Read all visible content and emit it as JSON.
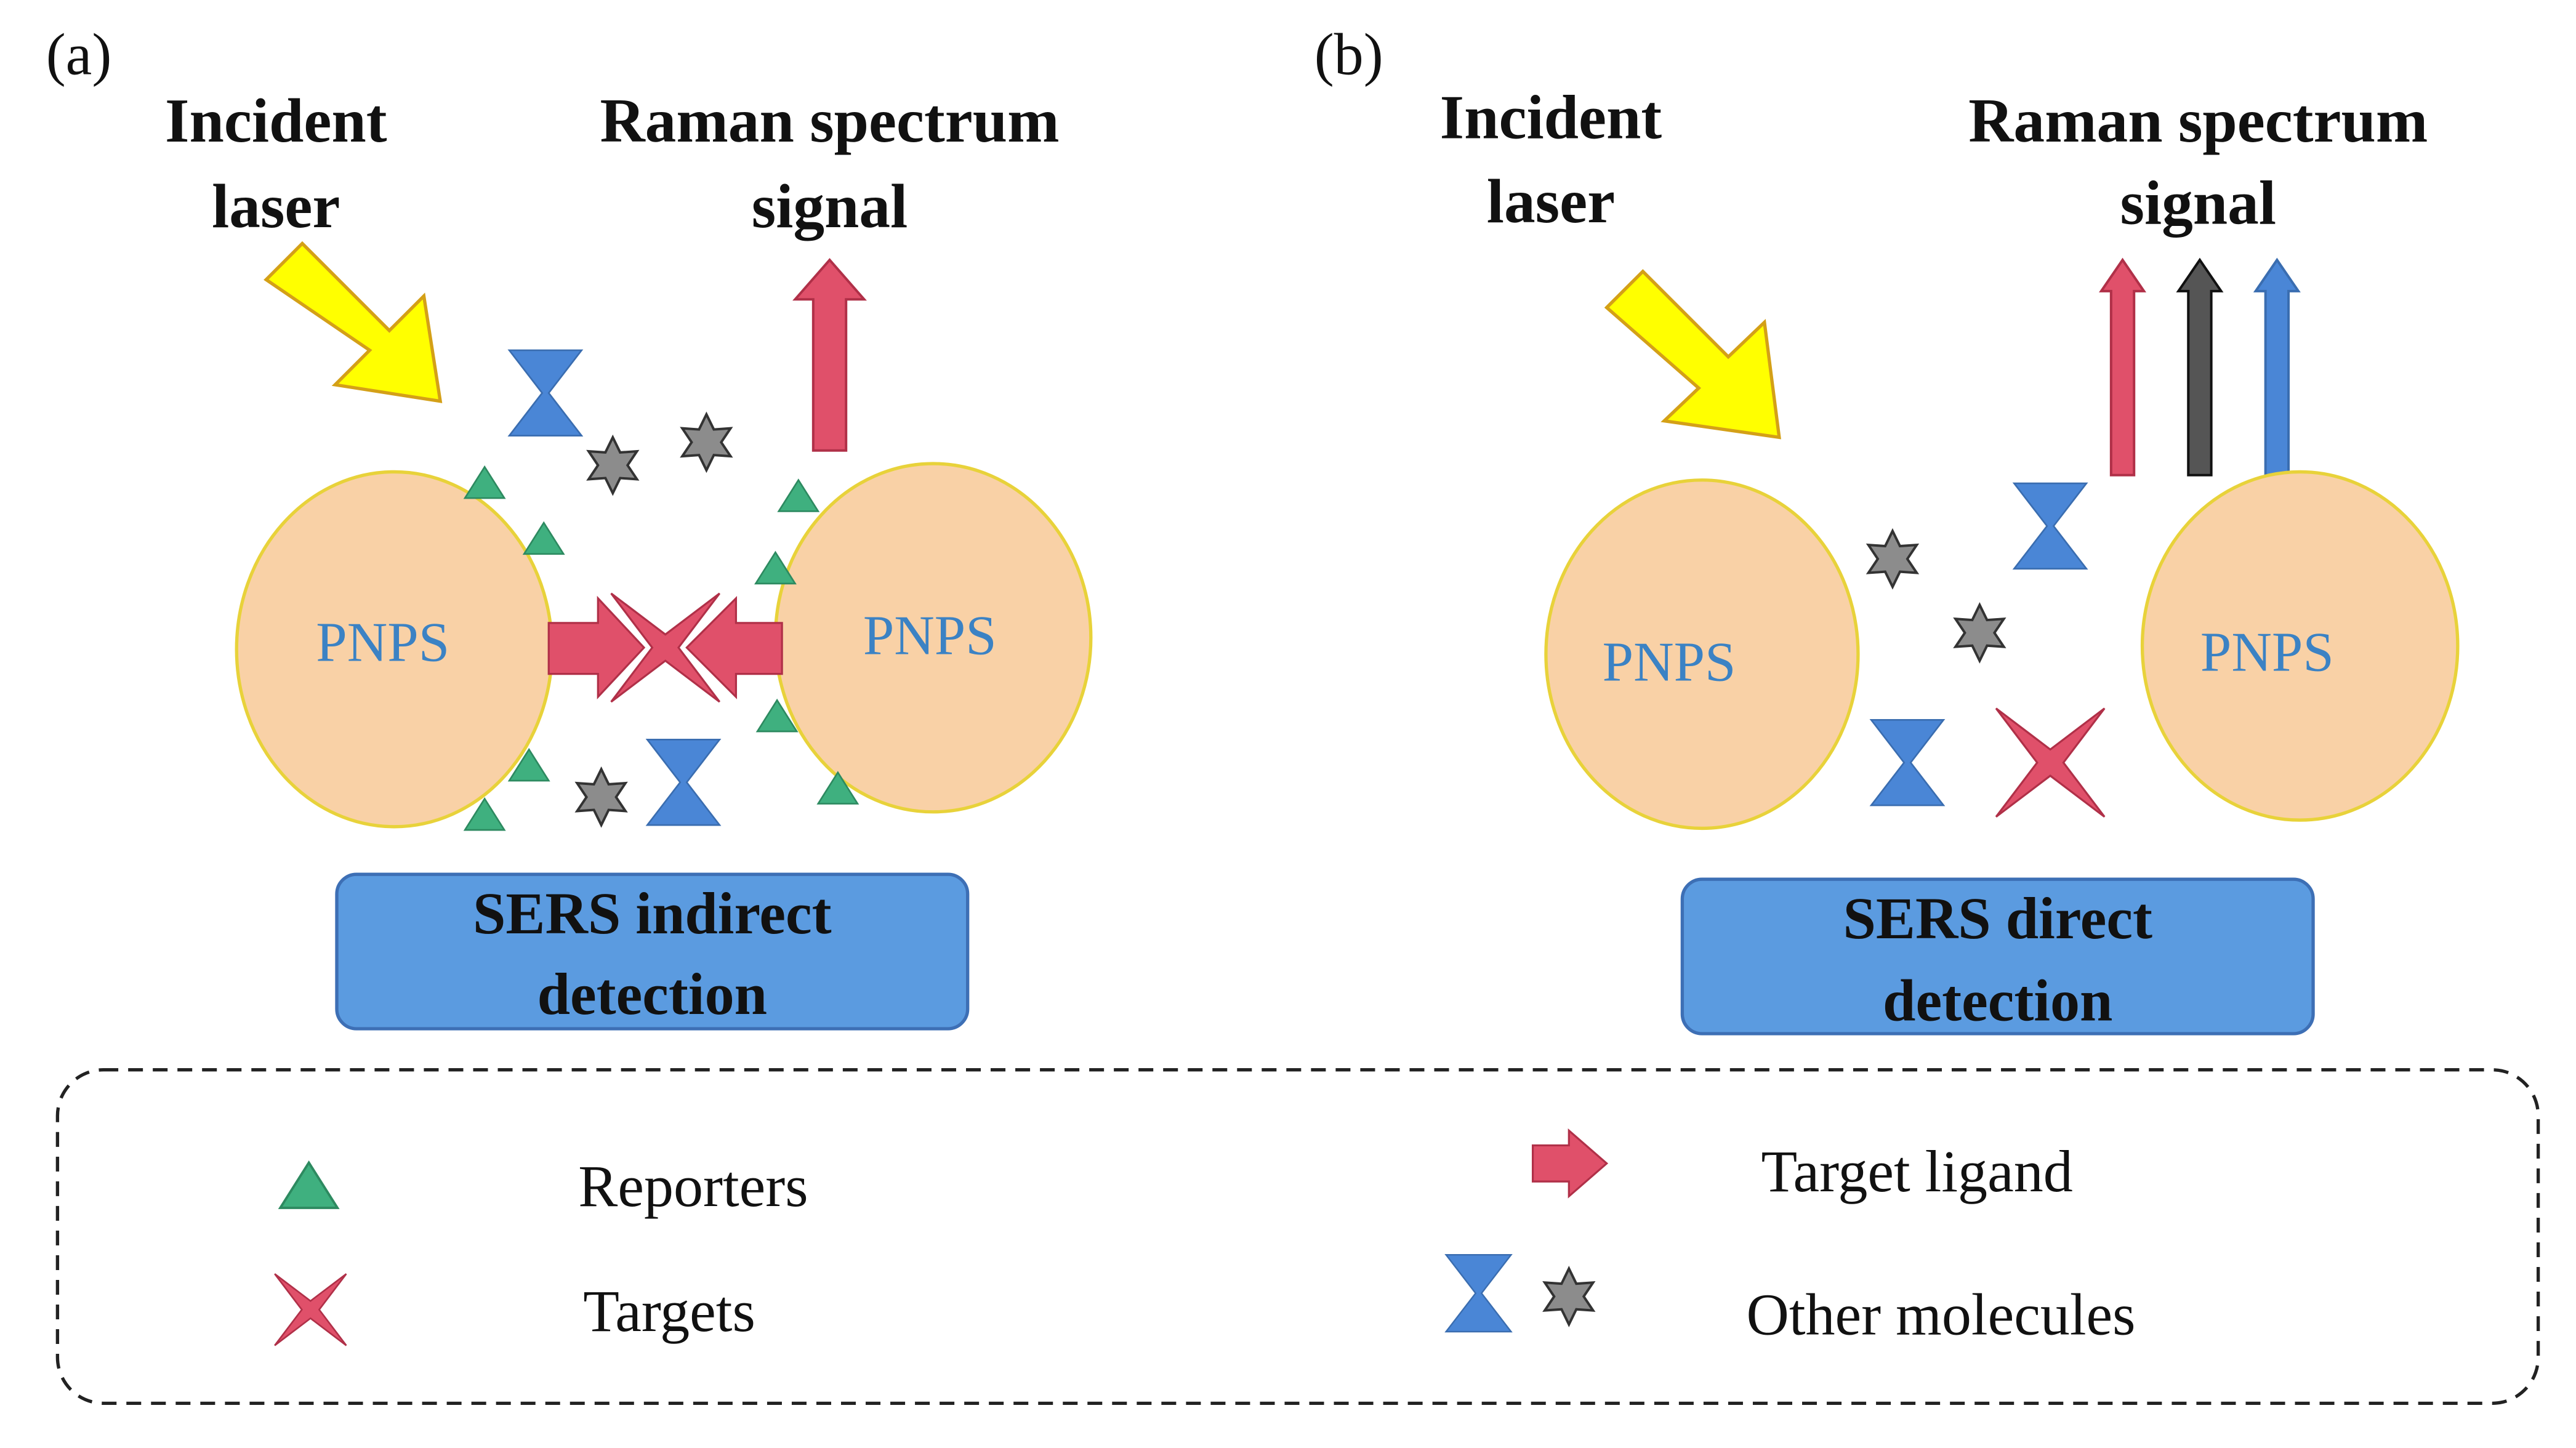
{
  "panel_a": {
    "label": "(a)",
    "laser_line1": "Incident",
    "laser_line2": "laser",
    "raman_line1": "Raman spectrum",
    "raman_line2": "signal",
    "particle_left": "PNPS",
    "particle_right": "PNPS",
    "box_line1": "SERS indirect",
    "box_line2": "detection"
  },
  "panel_b": {
    "label": "(b)",
    "laser_line1": "Incident",
    "laser_line2": "laser",
    "raman_line1": "Raman spectrum",
    "raman_line2": "signal",
    "particle_left": "PNPS",
    "particle_right": "PNPS",
    "box_line1": "SERS direct",
    "box_line2": "detection"
  },
  "legend": {
    "reporters": "Reporters",
    "targets": "Targets",
    "target_ligand": "Target ligand",
    "other_molecules": "Other molecules"
  },
  "colors": {
    "particle_fill": "#f9d1a6",
    "particle_stroke": "#e8d23a",
    "particle_text": "#3b82c4",
    "laser_fill": "#ffff00",
    "laser_stroke": "#d4a017",
    "signal_red": "#e0506a",
    "signal_gray": "#555555",
    "signal_blue": "#4a86d6",
    "reporter_green": "#3fb07f",
    "target_red": "#e0506a",
    "hourglass_blue": "#4a86d6",
    "star_gray": "#8c8c8c",
    "box_fill": "#5b9be0",
    "box_stroke": "#3d6fb5"
  }
}
